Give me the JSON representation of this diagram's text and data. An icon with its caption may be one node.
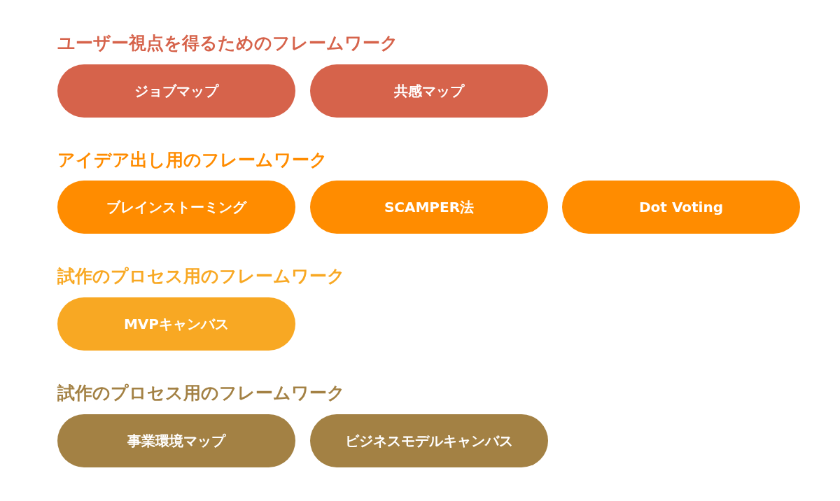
{
  "diagram": {
    "nodes": [
      {
        "text": [
          "ジョブマップ"
        ]
      },
      {
        "text": [
          "共感マップ"
        ]
      },
      {
        "text": [
          "ブレインストーミング"
        ]
      },
      {
        "text": [
          "SCAMPER法"
        ]
      },
      {
        "text": [
          "Dot Voting"
        ]
      },
      {
        "text": [
          "MVPキャンバス"
        ]
      },
      {
        "text": [
          "事業環境マップ"
        ]
      },
      {
        "text": [
          "ビジネスモデルキャンバス"
        ]
      }
    ],
    "labels": [
      "ユーザー視点を得るためのフレームワーク",
      "アイデア出し用のフレームワーク",
      "試作のプロセス用のフレームワーク",
      "試作のプロセス用のフレームワーク"
    ]
  }
}
